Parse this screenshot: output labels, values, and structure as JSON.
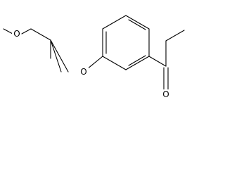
{
  "molecule": {
    "atoms": {
      "methoxy_oxygen": "O",
      "ether_oxygen": "O",
      "carbonyl_oxygen": "O"
    }
  }
}
